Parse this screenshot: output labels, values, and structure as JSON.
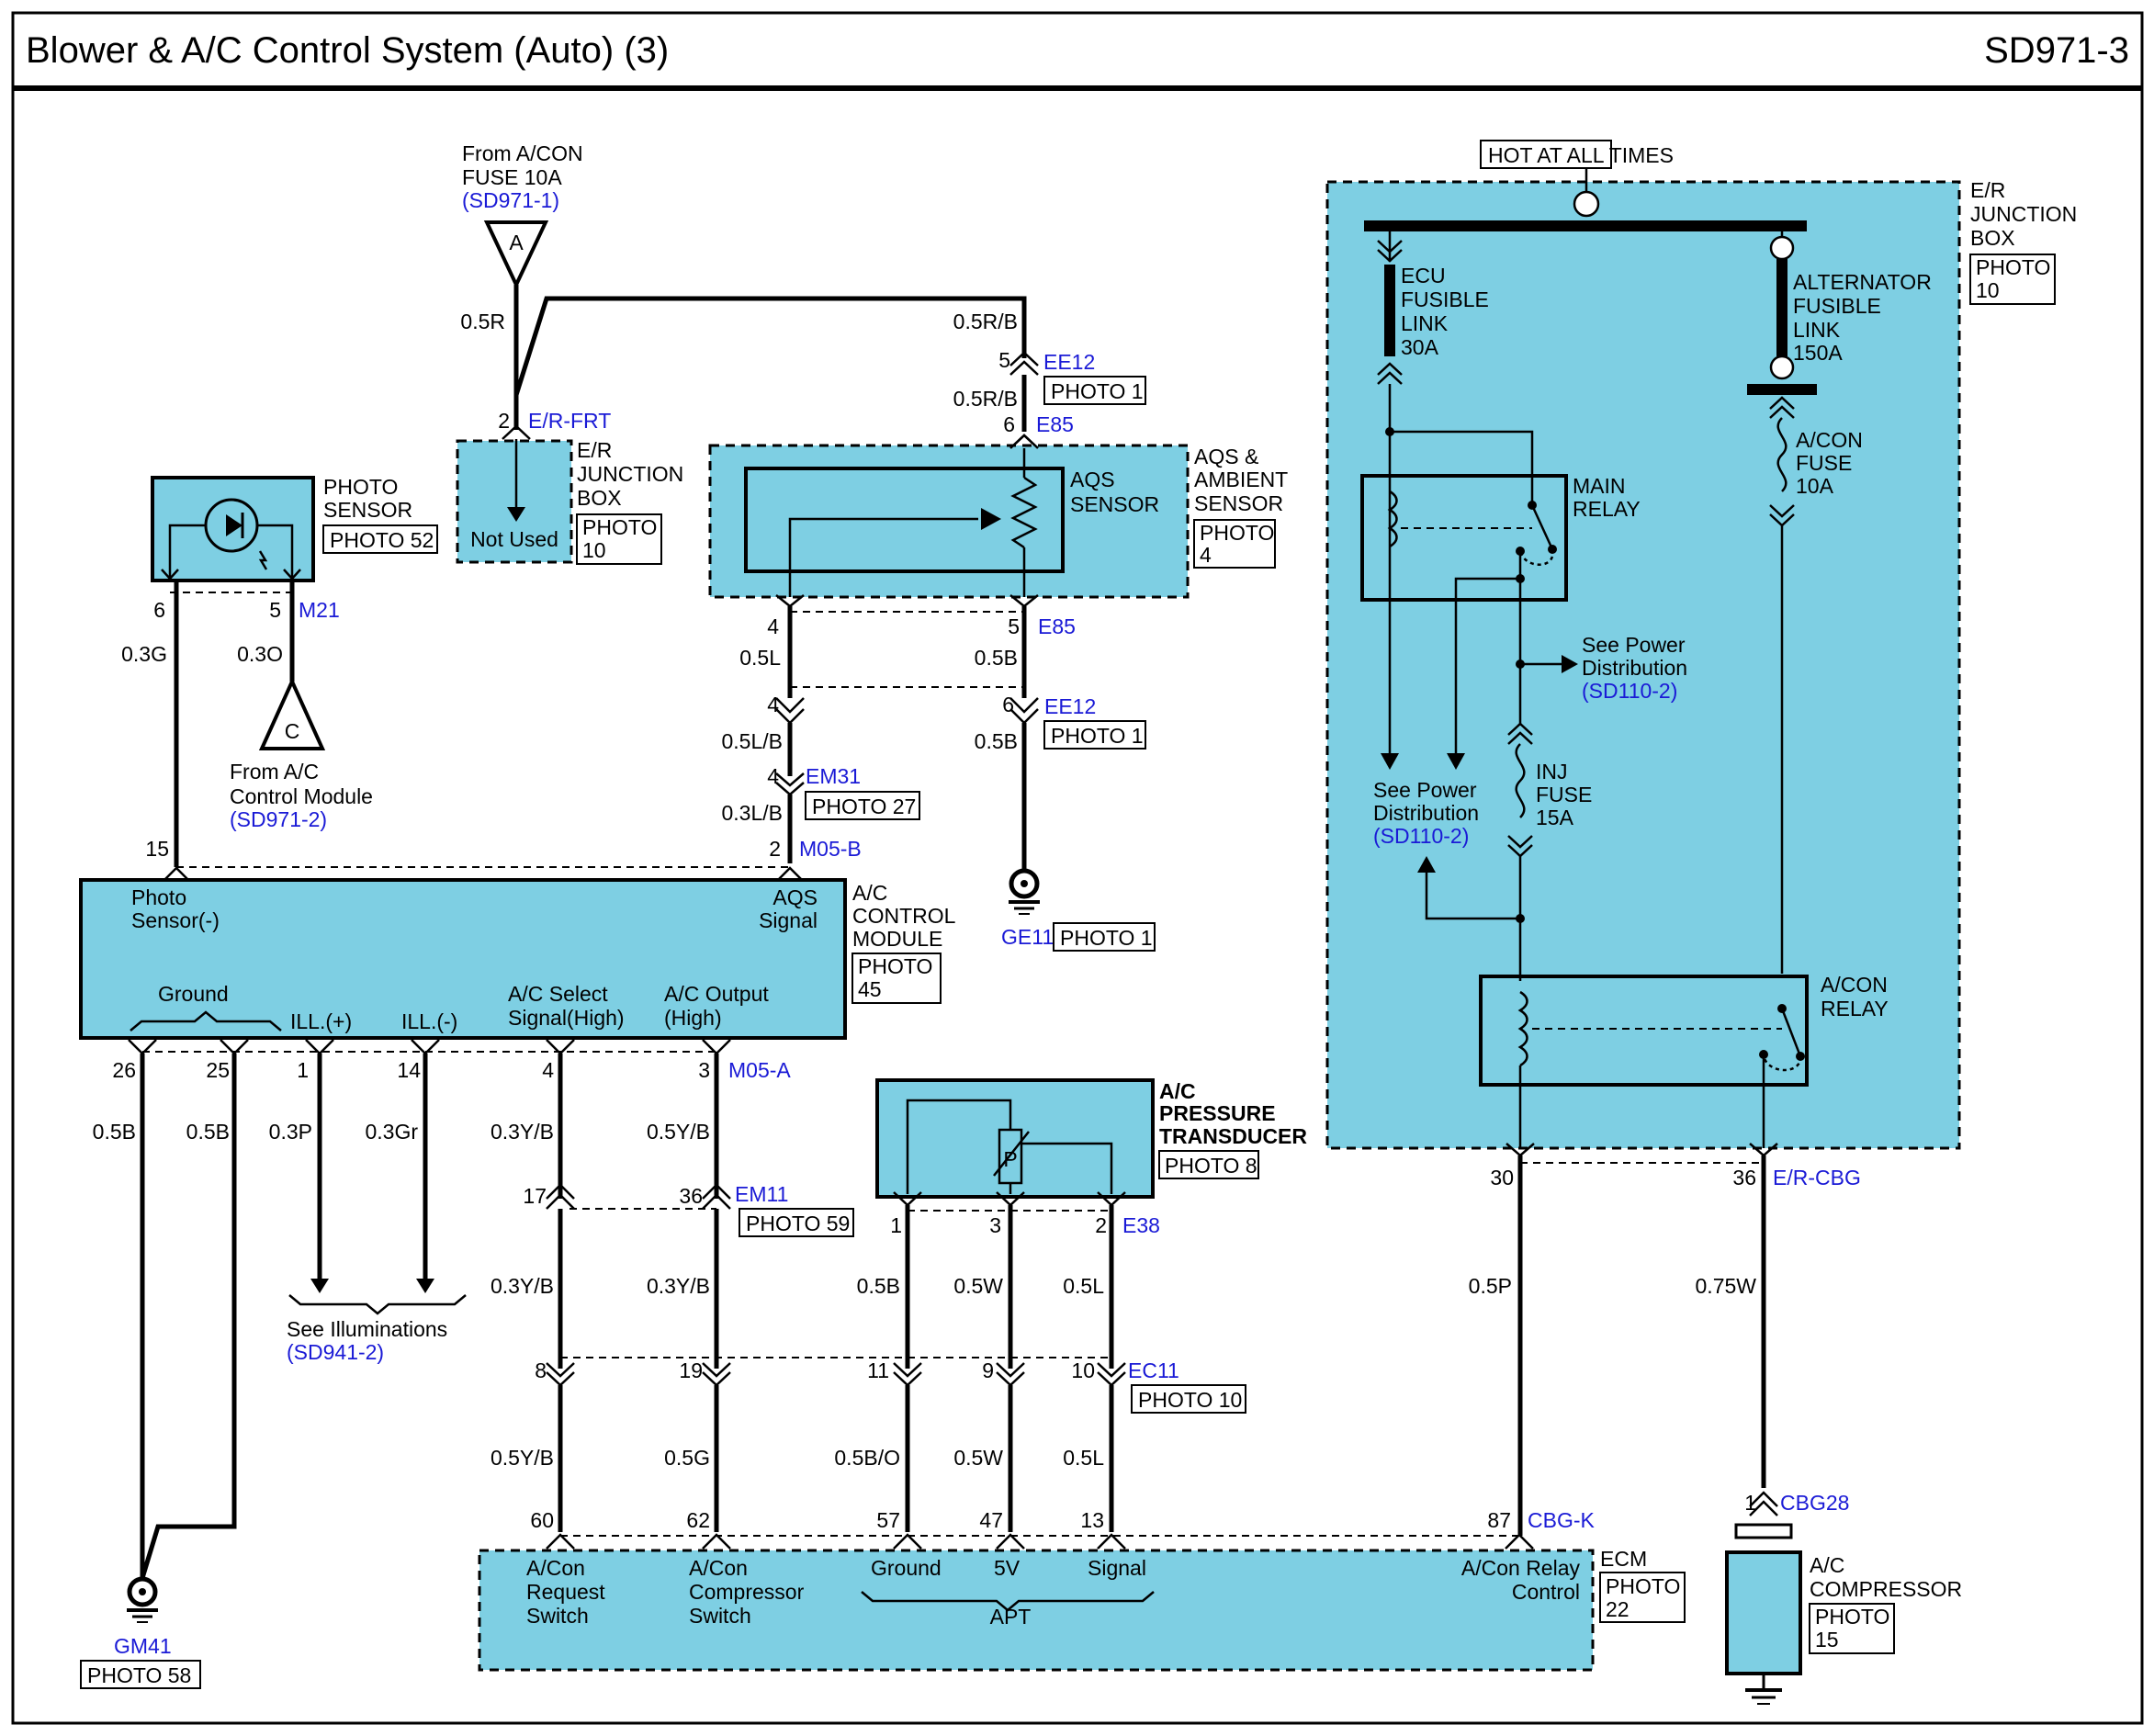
{
  "header": {
    "title": "Blower & A/C Control System (Auto) (3)",
    "page_id": "SD971-3"
  },
  "colors": {
    "component_fill": "#7ecfe3",
    "link_text": "#1a1ad6"
  },
  "top_left": {
    "from_acon_line1": "From A/CON",
    "from_acon_line2": "FUSE 10A",
    "from_acon_ref": "(SD971-1)",
    "conn_a": "A",
    "w_05r": "0.5R",
    "w_05rb_1": "0.5R/B",
    "w_05rb_2": "0.5R/B",
    "pin_ee12_top": "5",
    "ee12": "EE12",
    "photo_1a": "PHOTO 1",
    "pin_e85_top": "6",
    "e85_top": "E85",
    "pin_erfrt": "2",
    "erfrt": "E/R-FRT"
  },
  "junction_left": {
    "title1": "E/R",
    "title2": "JUNCTION",
    "title3": "BOX",
    "not_used": "Not Used",
    "photo1": "PHOTO",
    "photo2": "10"
  },
  "photo_sensor": {
    "title1": "PHOTO",
    "title2": "SENSOR",
    "photo": "PHOTO 52",
    "pin6": "6",
    "pin5": "5",
    "m21": "M21",
    "w_03g": "0.3G",
    "w_03o": "0.3O",
    "conn_c": "C",
    "from1": "From A/C",
    "from2": "Control Module",
    "from_ref": "(SD971-2)"
  },
  "aqs": {
    "sensor1": "AQS",
    "sensor2": "SENSOR",
    "title1": "AQS &",
    "title2": "AMBIENT",
    "title3": "SENSOR",
    "photo1": "PHOTO",
    "photo2": "4",
    "pin4": "4",
    "pin5": "5",
    "e85": "E85",
    "w_05l": "0.5L",
    "w_05b": "0.5B",
    "pin4b": "4",
    "pin6b": "6",
    "ee12": "EE12",
    "photo_1b": "PHOTO 1",
    "w_05lb": "0.5L/B",
    "w_05b2": "0.5B",
    "pin4c": "4",
    "em31": "EM31",
    "photo_27": "PHOTO 27",
    "w_03lb": "0.3L/B",
    "pin2": "2",
    "m05b": "M05-B",
    "ge11": "GE11",
    "photo_1c": "PHOTO 1"
  },
  "ac_module": {
    "pin15": "15",
    "photo_sensor1": "Photo",
    "photo_sensor2": "Sensor(-)",
    "aqs1": "AQS",
    "aqs2": "Signal",
    "title1": "A/C",
    "title2": "CONTROL",
    "title3": "MODULE",
    "photo1": "PHOTO",
    "photo2": "45",
    "ground": "Ground",
    "ill_plus": "ILL.(+)",
    "ill_minus": "ILL.(-)",
    "sel1": "A/C Select",
    "sel2": "Signal(High)",
    "out1": "A/C Output",
    "out2": "(High)",
    "pins": [
      "26",
      "25",
      "1",
      "14",
      "4",
      "3"
    ],
    "m05a": "M05-A"
  },
  "lower_wires": {
    "w_05b_a": "0.5B",
    "w_05b_b": "0.5B",
    "w_03p": "0.3P",
    "w_03gr": "0.3Gr",
    "w_03yb_1": "0.3Y/B",
    "w_05yb_1": "0.5Y/B",
    "pin17": "17",
    "pin36": "36",
    "em11": "EM11",
    "photo_59": "PHOTO 59",
    "w_03yb_2": "0.3Y/B",
    "w_03yb_3": "0.3Y/B",
    "see_illum": "See Illuminations",
    "see_illum_ref": "(SD941-2)",
    "gm41": "GM41",
    "photo_58": "PHOTO 58"
  },
  "transducer": {
    "title1": "A/C",
    "title2": "PRESSURE",
    "title3": "TRANSDUCER",
    "photo": "PHOTO 8",
    "p": "P",
    "pin1": "1",
    "pin3": "3",
    "pin2": "2",
    "e38": "E38",
    "w_05b": "0.5B",
    "w_05w": "0.5W",
    "w_05l": "0.5L"
  },
  "ec11": {
    "pins": [
      "8",
      "19",
      "11",
      "9",
      "10"
    ],
    "ec11": "EC11",
    "photo_10": "PHOTO 10",
    "w_05yb": "0.5Y/B",
    "w_05g": "0.5G",
    "w_05bo": "0.5B/O",
    "w_05w": "0.5W",
    "w_05l": "0.5L"
  },
  "ecm": {
    "pins": [
      "60",
      "62",
      "57",
      "47",
      "13",
      "87"
    ],
    "cbgk": "CBG-K",
    "req1": "A/Con",
    "req2": "Request",
    "req3": "Switch",
    "comp1": "A/Con",
    "comp2": "Compressor",
    "comp3": "Switch",
    "ground": "Ground",
    "v5": "5V",
    "signal": "Signal",
    "apt": "APT",
    "relay1": "A/Con Relay",
    "relay2": "Control",
    "title": "ECM",
    "photo1": "PHOTO",
    "photo2": "22"
  },
  "er_box": {
    "hot": "HOT AT ALL TIMES",
    "title1": "E/R",
    "title2": "JUNCTION",
    "title3": "BOX",
    "photo1": "PHOTO",
    "photo2": "10",
    "ecu1": "ECU",
    "ecu2": "FUSIBLE",
    "ecu3": "LINK",
    "ecu4": "30A",
    "alt1": "ALTERNATOR",
    "alt2": "FUSIBLE",
    "alt3": "LINK",
    "alt4": "150A",
    "main1": "MAIN",
    "main2": "RELAY",
    "acfuse1": "A/CON",
    "acfuse2": "FUSE",
    "acfuse3": "10A",
    "spd1": "See Power",
    "spd2": "Distribution",
    "spd_ref": "(SD110-2)",
    "spd3": "See Power",
    "spd4": "Distribution",
    "spd_ref2": "(SD110-2)",
    "inj1": "INJ",
    "inj2": "FUSE",
    "inj3": "15A",
    "acrelay1": "A/CON",
    "acrelay2": "RELAY",
    "pin30": "30",
    "pin36": "36",
    "ercbg": "E/R-CBG",
    "w_05p": "0.5P",
    "w_075w": "0.75W"
  },
  "compressor": {
    "pin1": "1",
    "cbg28": "CBG28",
    "title1": "A/C",
    "title2": "COMPRESSOR",
    "photo1": "PHOTO",
    "photo2": "15"
  }
}
